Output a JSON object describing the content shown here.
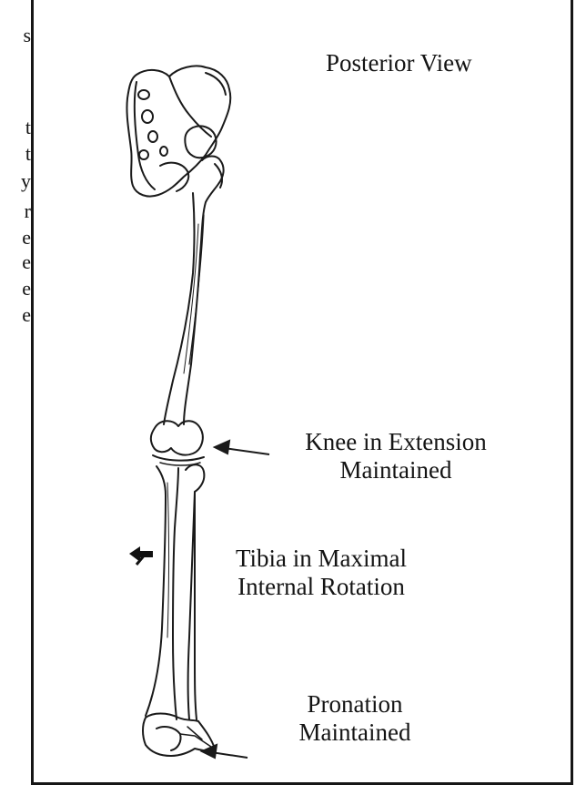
{
  "left_margin_fragments": [
    "s",
    "t",
    "t",
    "y",
    "r",
    "e",
    "e",
    "e",
    "e"
  ],
  "figure": {
    "view_title": "Posterior View",
    "knee_label": [
      "Knee in Extension",
      "Maintained"
    ],
    "tibia_label": [
      "Tibia in Maximal",
      "Internal Rotation"
    ],
    "pronation_label": [
      "Pronation",
      "Maintained"
    ]
  }
}
